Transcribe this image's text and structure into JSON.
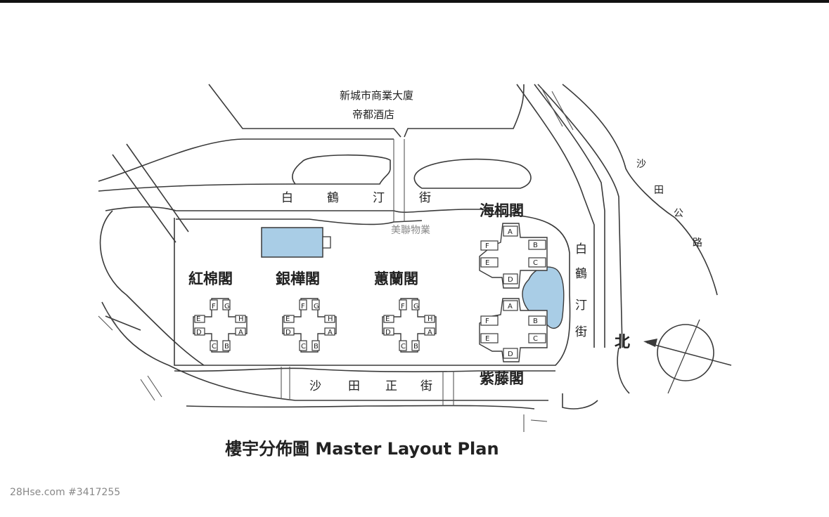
{
  "labels": {
    "top_building_1": "新城市商業大廈",
    "top_building_2": "帝都酒店",
    "street_top": [
      "白",
      "鶴",
      "汀",
      "街"
    ],
    "street_right": [
      "白",
      "鶴",
      "汀",
      "街"
    ],
    "street_bottom": [
      "沙",
      "田",
      "正",
      "街"
    ],
    "highway": [
      "沙",
      "田",
      "公",
      "路"
    ],
    "watermark": "美聯物業",
    "estate_1": "紅棉閣",
    "estate_2": "銀樺閣",
    "estate_3": "蕙蘭閣",
    "estate_4": "海桐閣",
    "estate_5": "紫藤閣",
    "north": "北",
    "caption": "樓宇分佈圖 Master Layout Plan",
    "credit": "28Hse.com #3417255"
  },
  "block_letters": {
    "cross": [
      "F",
      "G",
      "E",
      "H",
      "D",
      "A",
      "C",
      "B"
    ],
    "east_upper": [
      "A",
      "F",
      "B",
      "E",
      "C",
      "D"
    ],
    "east_lower": [
      "A",
      "F",
      "B",
      "E",
      "C",
      "D"
    ]
  },
  "colors": {
    "pool": "#a9cde6",
    "clubhouse": "#a9cde6",
    "line": "#3a3a3a"
  }
}
